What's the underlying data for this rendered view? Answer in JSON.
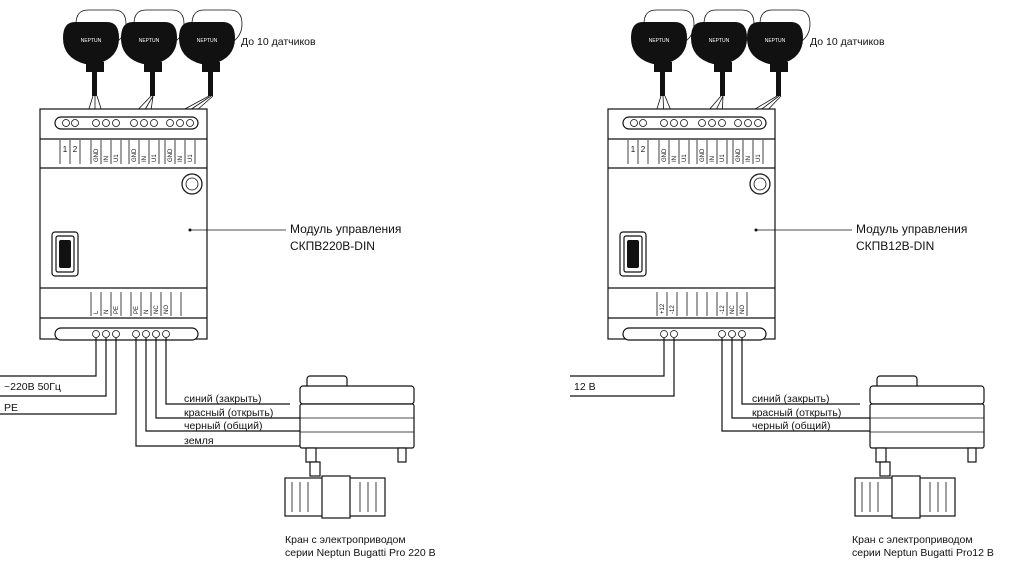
{
  "left": {
    "sensors_note": "До 10 датчиков",
    "sensor_brand": "NEPTUN",
    "top_terminal_labels": [
      "1",
      "2",
      "GND",
      "IN",
      "U1",
      "GND",
      "IN",
      "U1",
      "GND",
      "IN",
      "U1"
    ],
    "bottom_terminal_labels": [
      "L",
      "N",
      "PE",
      "PE",
      "N",
      "NC",
      "NO"
    ],
    "module_label_line1": "Модуль управления",
    "module_label_line2": "СКПВ220В-DIN",
    "power_label": "~220В 50Гц",
    "pe_label": "PE",
    "wire_labels": [
      "синий (закрыть)",
      "красный (открыть)",
      "черный (общий)",
      "земля"
    ],
    "valve_label_line1": "Кран с электроприводом",
    "valve_label_line2": "серии Neptun Bugatti Pro 220 В"
  },
  "right": {
    "sensors_note": "До 10 датчиков",
    "sensor_brand": "NEPTUN",
    "top_terminal_labels": [
      "1",
      "2",
      "GND",
      "IN",
      "U1",
      "GND",
      "IN",
      "U1",
      "GND",
      "IN",
      "U1"
    ],
    "bottom_terminal_labels": [
      "+12",
      "-12",
      "-12",
      "NC",
      "NO"
    ],
    "module_label_line1": "Модуль управления",
    "module_label_line2": "СКПВ12В-DIN",
    "power_label": "12 В",
    "wire_labels": [
      "синий (закрыть)",
      "красный (открыть)",
      "черный (общий)"
    ],
    "valve_label_line1": "Кран с электроприводом",
    "valve_label_line2": "серии Neptun Bugatti Pro12 В"
  }
}
